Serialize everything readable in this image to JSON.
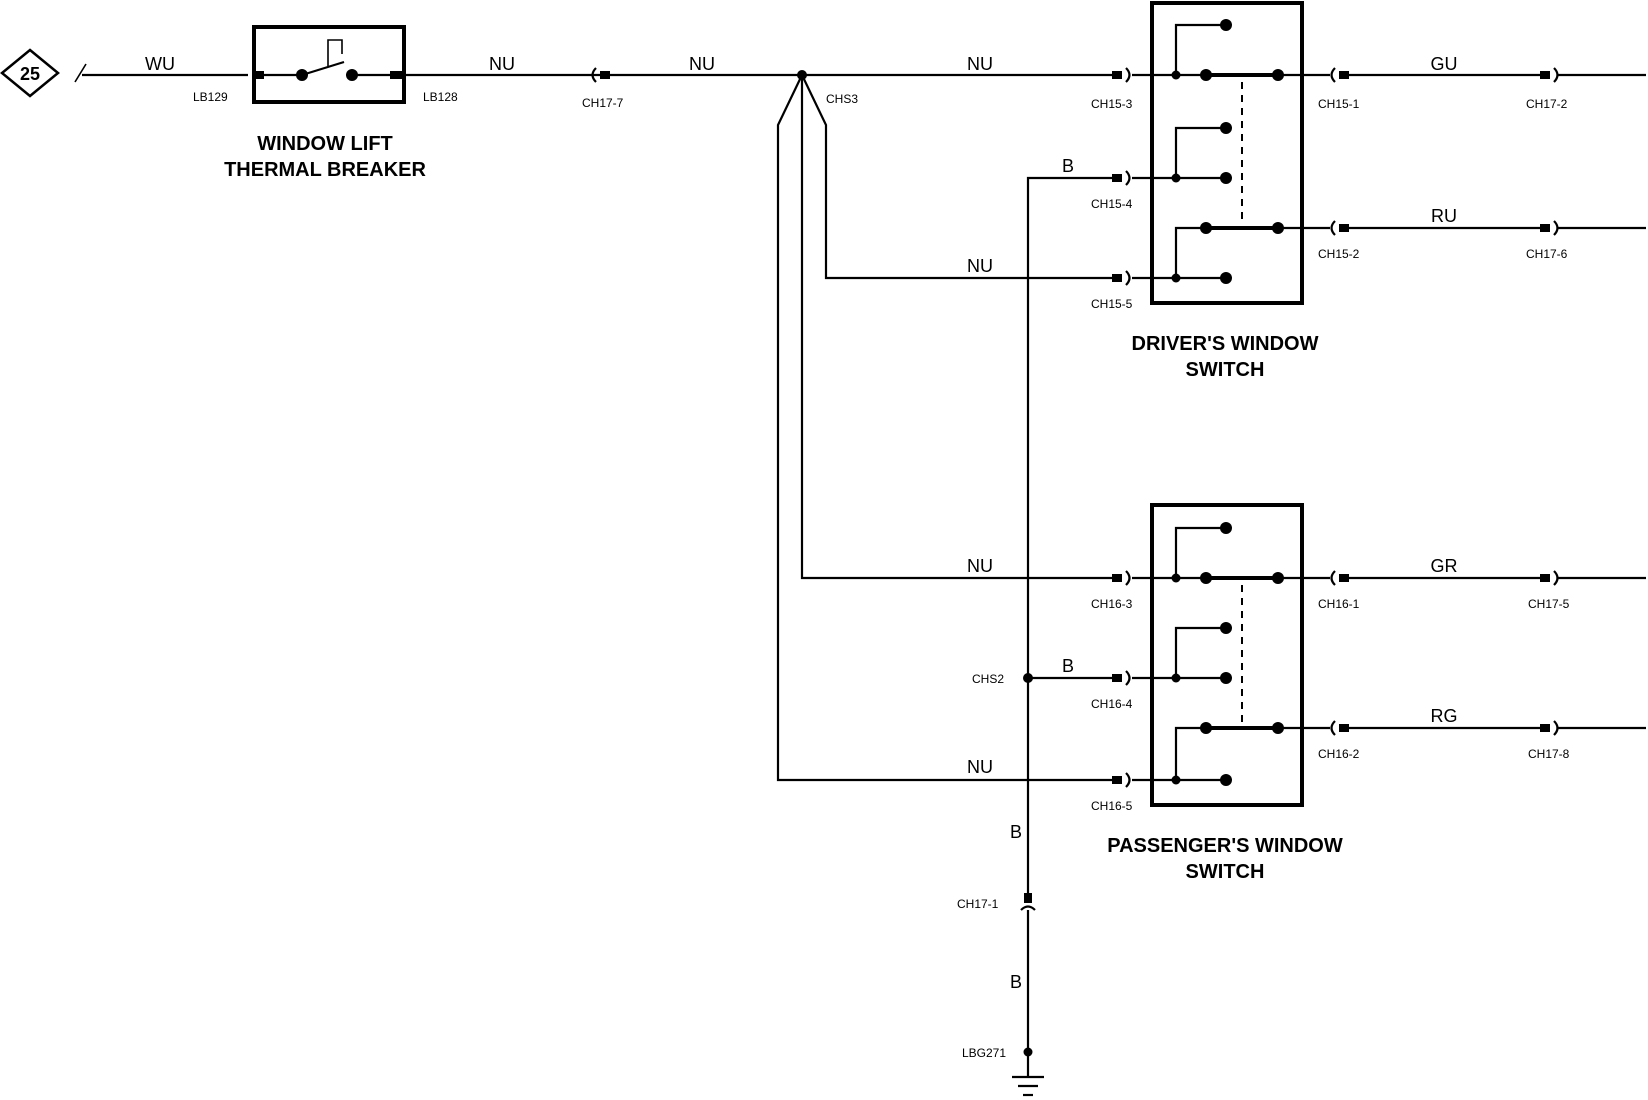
{
  "badge": "25",
  "breaker": {
    "title_line1": "WINDOW LIFT",
    "title_line2": "THERMAL BREAKER"
  },
  "driver_switch": {
    "title_line1": "DRIVER'S WINDOW",
    "title_line2": "SWITCH"
  },
  "passenger_switch": {
    "title_line1": "PASSENGER'S WINDOW",
    "title_line2": "SWITCH"
  },
  "wire_colors": {
    "feed": "WU",
    "nu_a": "NU",
    "nu_b": "NU",
    "nu_c": "NU",
    "nu_d": "NU",
    "nu_e": "NU",
    "nu_f": "NU",
    "b_drv": "B",
    "b_pas": "B",
    "b_down1": "B",
    "b_down2": "B",
    "gu": "GU",
    "ru": "RU",
    "gr": "GR",
    "rg": "RG"
  },
  "connectors": {
    "lb129": "LB129",
    "lb128": "LB128",
    "ch17_7": "CH17-7",
    "chs3": "CHS3",
    "ch15_3": "CH15-3",
    "ch15_4": "CH15-4",
    "ch15_5": "CH15-5",
    "ch15_1": "CH15-1",
    "ch15_2": "CH15-2",
    "ch17_2": "CH17-2",
    "ch17_6": "CH17-6",
    "ch16_3": "CH16-3",
    "ch16_4": "CH16-4",
    "ch16_5": "CH16-5",
    "ch16_1": "CH16-1",
    "ch16_2": "CH16-2",
    "ch17_5": "CH17-5",
    "ch17_8": "CH17-8",
    "chs2": "CHS2",
    "ch17_1": "CH17-1",
    "lbg271": "LBG271"
  }
}
